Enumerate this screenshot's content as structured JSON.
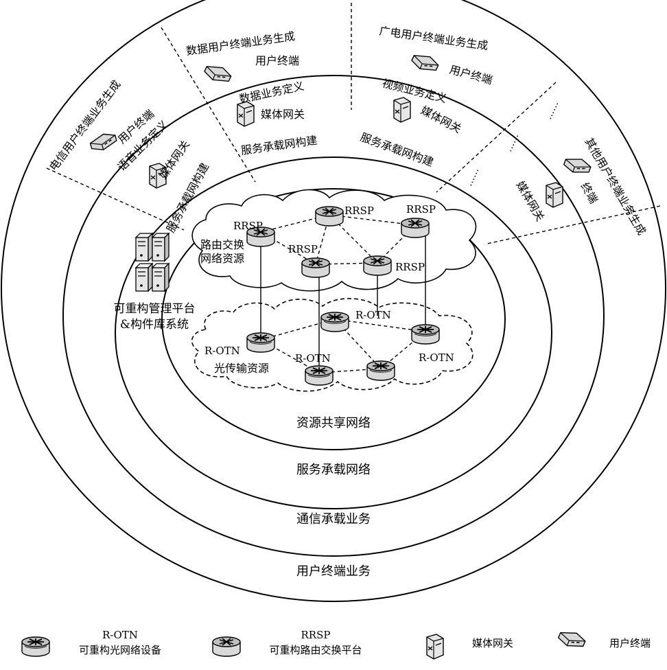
{
  "rings": {
    "r1": "用户终端业务",
    "r2": "通信承载业务",
    "r3": "服务承载网络",
    "r4": "资源共享网络"
  },
  "sectors": {
    "telecom": {
      "title": "电信用户终端业务生成",
      "terminal": "用户终端",
      "service": "语音业务定义",
      "gateway": "媒体网关",
      "build": "服务承载网构建"
    },
    "data": {
      "title": "数据用户终端业务生成",
      "terminal": "用户终端",
      "service": "数据业务定义",
      "gateway": "媒体网关",
      "build": "服务承载网构建"
    },
    "broadcast": {
      "title": "广电用户终端业务生成",
      "terminal": "用户终端",
      "service": "视频业务定义",
      "gateway": "媒体网关",
      "build": "服务承载网构建"
    },
    "other": {
      "title": "其他用户终端业务生成",
      "ellipsis": "……",
      "gateway": "媒体网关",
      "terminal": "终端"
    }
  },
  "center": {
    "routing_resource": [
      "路由交换",
      "网络资源"
    ],
    "optical_resource": "光传输资源",
    "rrsp_label": "RRSP",
    "rotn_label": "R-OTN"
  },
  "platform": [
    "可重构管理平台",
    "&构件库系统"
  ],
  "legend": [
    {
      "icon": "rotn-router-icon",
      "code": "R-OTN",
      "desc": "可重构光网络设备"
    },
    {
      "icon": "rrsp-router-icon",
      "code": "RRSP",
      "desc": "可重构路由交换平台"
    },
    {
      "icon": "media-gateway-icon",
      "label": "媒体网关"
    },
    {
      "icon": "user-terminal-icon",
      "label": "用户终端"
    }
  ]
}
